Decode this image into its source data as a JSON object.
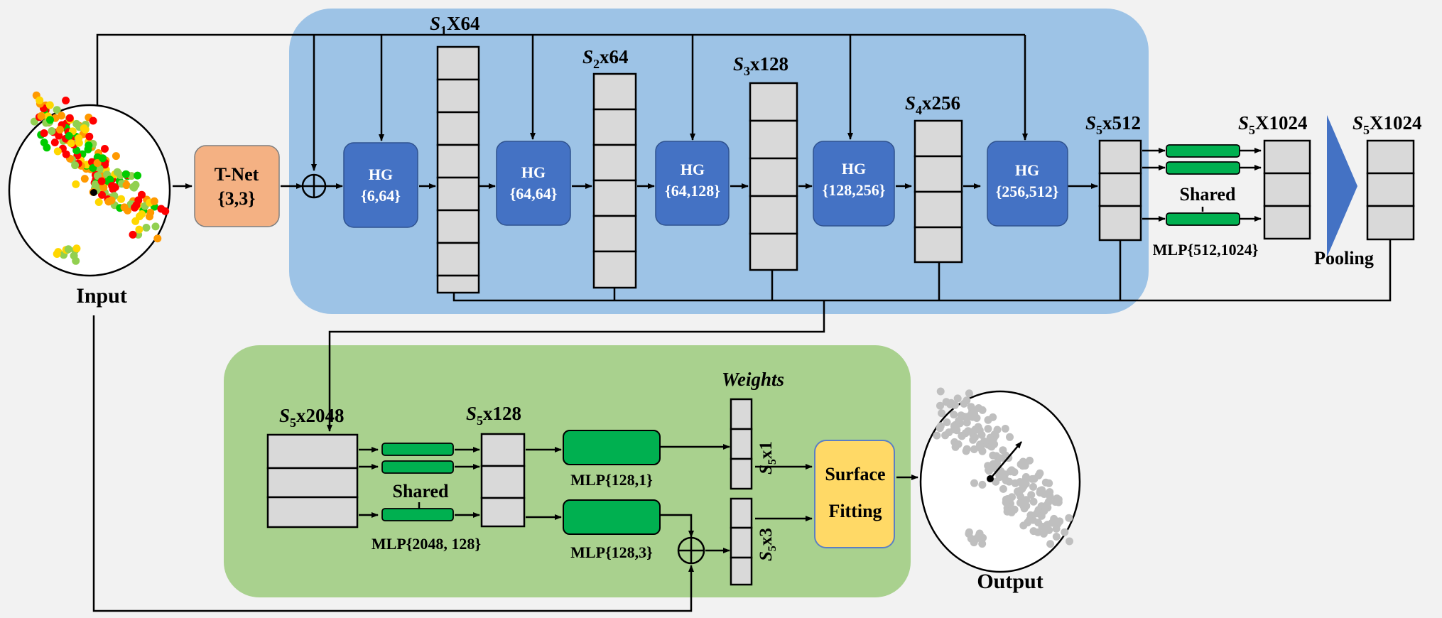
{
  "colors": {
    "background": "#f2f2f2",
    "encoder_panel": "#9dc3e6",
    "decoder_panel": "#a9d18e",
    "hg_block": "#4472c4",
    "tnet_block": "#f4b183",
    "mlp_block": "#00b050",
    "surface_block": "#ffd966",
    "cell_fill": "#d9d9d9",
    "input_colors": [
      "#ff0000",
      "#ff9900",
      "#ffd700",
      "#92d050",
      "#00cc00"
    ],
    "output_points": "#bfbfbf"
  },
  "labels": {
    "input": "Input",
    "output": "Output",
    "tnet_title": "T-Net",
    "tnet_params": "{3,3}",
    "shared": "Shared",
    "pooling": "Pooling",
    "weights": "Weights",
    "surface_line1": "Surface",
    "surface_line2": "Fitting",
    "mlp_512_1024": "MLP{512,1024}",
    "mlp_2048_128": "MLP{2048, 128}",
    "mlp_128_1": "MLP{128,1}",
    "mlp_128_3": "MLP{128,3}"
  },
  "hg_blocks": [
    {
      "name": "HG",
      "params": "{6,64}"
    },
    {
      "name": "HG",
      "params": "{64,64}"
    },
    {
      "name": "HG",
      "params": "{64,128}"
    },
    {
      "name": "HG",
      "params": "{128,256}"
    },
    {
      "name": "HG",
      "params": "{256,512}"
    }
  ],
  "features": [
    {
      "sym": "S",
      "sub": "1",
      "rest": "X64"
    },
    {
      "sym": "S",
      "sub": "2",
      "rest": "x64"
    },
    {
      "sym": "S",
      "sub": "3",
      "rest": "x128"
    },
    {
      "sym": "S",
      "sub": "4",
      "rest": "x256"
    },
    {
      "sym": "S",
      "sub": "5",
      "rest": "x512"
    },
    {
      "sym": "S",
      "sub": "5",
      "rest": "X1024"
    },
    {
      "sym": "S",
      "sub": "5",
      "rest": "X1024"
    },
    {
      "sym": "S",
      "sub": "5",
      "rest": "x2048"
    },
    {
      "sym": "S",
      "sub": "5",
      "rest": "x128"
    },
    {
      "sym": "S",
      "sub": "5",
      "rest": "x1"
    },
    {
      "sym": "S",
      "sub": "5",
      "rest": "x3"
    }
  ]
}
